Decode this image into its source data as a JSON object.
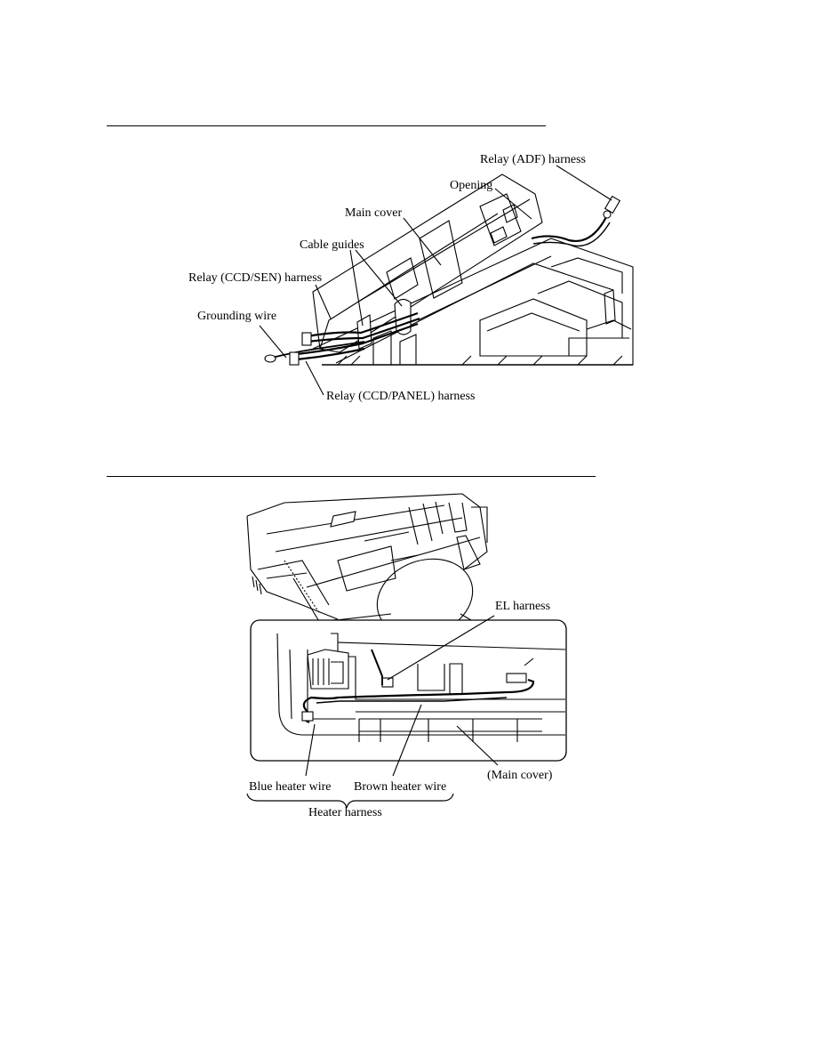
{
  "figure1": {
    "labels": {
      "relay_adf": "Relay (ADF) harness",
      "opening": "Opening",
      "main_cover": "Main cover",
      "cable_guides": "Cable guides",
      "relay_ccd_sen": "Relay (CCD/SEN) harness",
      "grounding_wire": "Grounding wire",
      "relay_ccd_panel": "Relay (CCD/PANEL) harness"
    }
  },
  "figure2": {
    "labels": {
      "el_harness": "EL harness",
      "main_cover_paren": "(Main cover)",
      "blue_heater": "Blue heater wire",
      "brown_heater": "Brown heater wire",
      "heater_harness": "Heater harness"
    }
  }
}
